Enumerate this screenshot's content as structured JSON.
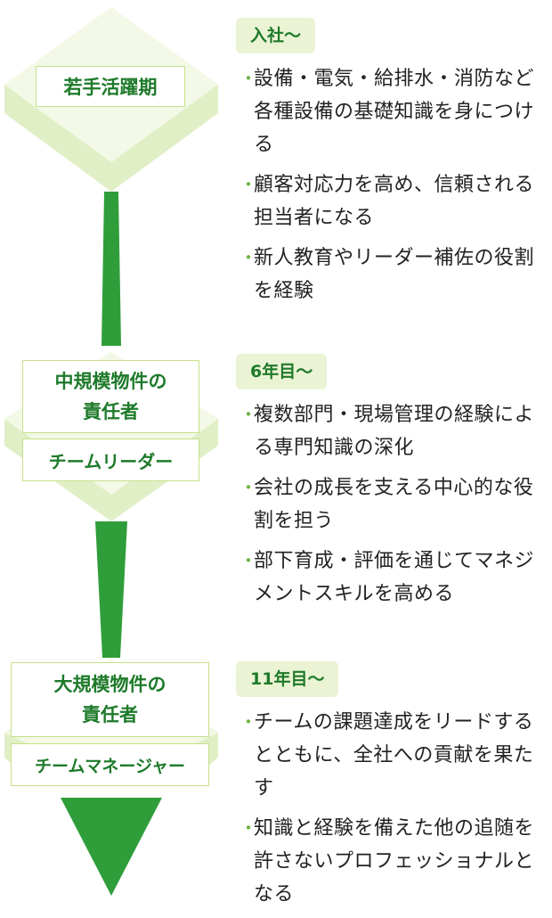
{
  "colors": {
    "accent_green": "#2f9e3a",
    "dark_green_text": "#1e7a2a",
    "diamond_light": "#f3f9e6",
    "diamond_dark": "#e1efc7",
    "badge_bg": "#eaf3d4",
    "bullet_dot": "#6cb33e"
  },
  "stages": [
    {
      "role_lines": [
        "若手活躍期"
      ],
      "badge": "入社〜",
      "bullets": [
        "設備・電気・給排水・消防など各種設備の基礎知識を身につける",
        "顧客対応力を高め、信頼される担当者になる",
        "新人教育やリーダー補佐の役割を経験"
      ]
    },
    {
      "role_lines": [
        "中規模物件の",
        "責任者"
      ],
      "role_sub": "チームリーダー",
      "badge": "6年目〜",
      "bullets": [
        "複数部門・現場管理の経験による専門知識の深化",
        "会社の成長を支える中心的な役割を担う",
        "部下育成・評価を通じてマネジメントスキルを高める"
      ]
    },
    {
      "role_lines": [
        "大規模物件の",
        "責任者"
      ],
      "role_sub": "チームマネージャー",
      "badge": "11年目〜",
      "bullets": [
        "チームの課題達成をリードするとともに、全社への貢献を果たす",
        "知識と経験を備えた他の追随を許さないプロフェッショナルとなる"
      ]
    }
  ]
}
